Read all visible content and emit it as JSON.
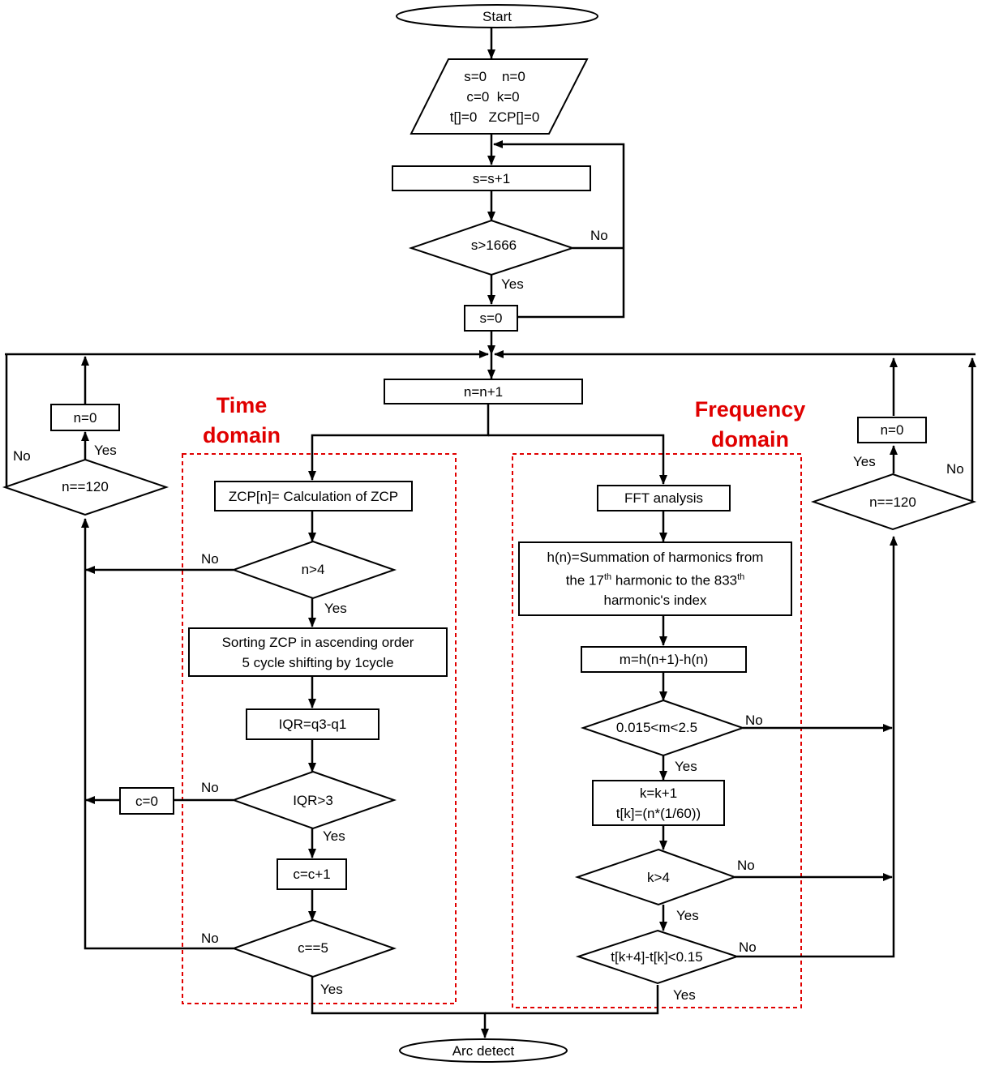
{
  "sections": {
    "time_title": [
      "Time",
      "domain"
    ],
    "freq_title": [
      "Frequency",
      "domain"
    ]
  },
  "nodes": {
    "start": "Start",
    "init": [
      "s=0    n=0",
      "c=0  k=0",
      "t[]=0   ZCP[]=0"
    ],
    "s_inc": "s=s+1",
    "s_check": "s>1666",
    "s_reset": "s=0",
    "n_inc": "n=n+1",
    "zcp": "ZCP[n]= Calculation of ZCP",
    "n_gt4": "n>4",
    "sorting": [
      "Sorting ZCP in ascending order",
      "5 cycle shifting by 1cycle"
    ],
    "iqr": "IQR=q3-q1",
    "iqr_check": "IQR>3",
    "c_inc": "c=c+1",
    "c_check": "c==5",
    "c_reset": "c=0",
    "left_n120": "n==120",
    "left_n0": "n=0",
    "fft": "FFT analysis",
    "hn": {
      "line1": "h(n)=Summation of harmonics from",
      "l2a": "the 17",
      "l2sup1": "th",
      "l2b": " harmonic to the 833",
      "l2sup2": "th",
      "line3": "harmonic's index"
    },
    "m": "m=h(n+1)-h(n)",
    "m_check": "0.015<m<2.5",
    "k_inc": [
      "k=k+1",
      "t[k]=(n*(1/60))"
    ],
    "k_check": "k>4",
    "t_check": "t[k+4]-t[k]<0.15",
    "right_n120": "n==120",
    "right_n0": "n=0",
    "end": "Arc detect"
  },
  "labels": {
    "no": "No",
    "yes": "Yes"
  }
}
